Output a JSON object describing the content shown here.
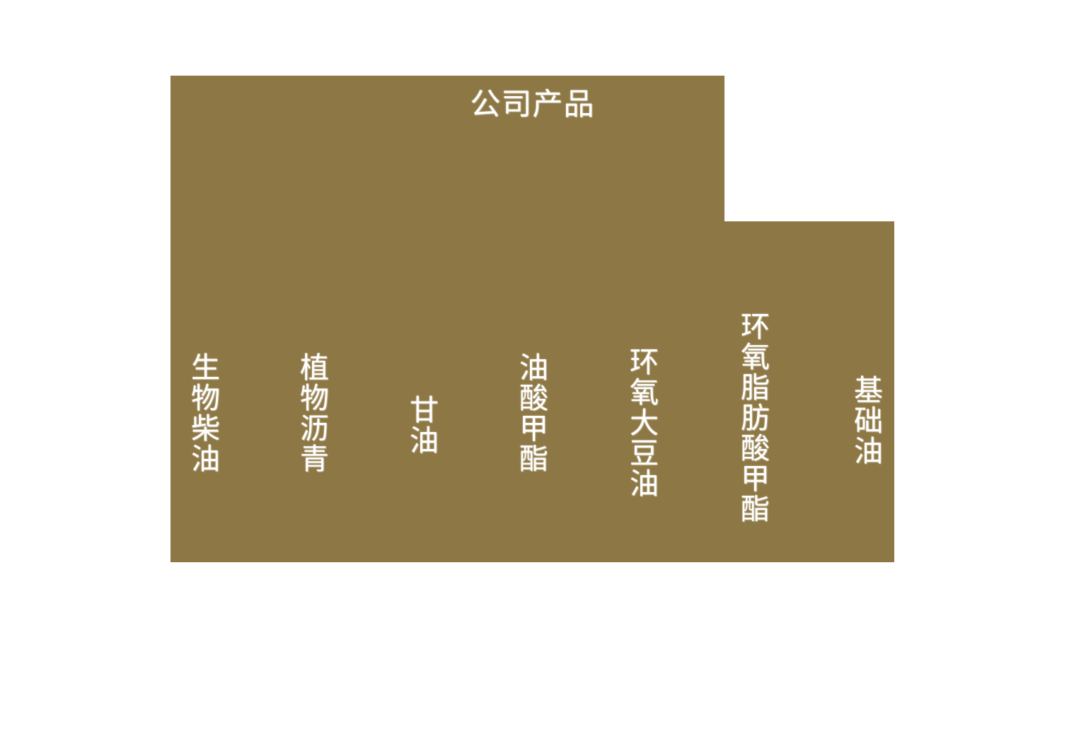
{
  "chart_data": {
    "type": "bar",
    "title": "公司产品",
    "xlabel": "",
    "ylabel": "",
    "orientation": "vertical-stepped",
    "grid": false,
    "legend": false,
    "categories": [
      "生物柴油",
      "植物沥青",
      "甘油",
      "油酸甲酯",
      "环氧大豆油",
      "环氧脂肪酸甲酯",
      "基础油"
    ],
    "values": [
      688,
      688,
      688,
      688,
      688,
      688,
      482
    ],
    "ylim": [
      0,
      688
    ],
    "series": [
      {
        "name": "公司产品",
        "values": [
          688,
          688,
          688,
          688,
          688,
          688,
          482
        ]
      }
    ],
    "colors": {
      "bar": "#8D7744",
      "label": "#FFFFFF",
      "background": "#FFFFFF"
    }
  },
  "figure": {
    "title": "公司产品",
    "background_color": "#FFFFFF",
    "block_color": "#8D7744",
    "text_color": "#FFFFFF"
  },
  "labels": {
    "items": [
      {
        "text": "生物柴油"
      },
      {
        "text": "植物沥青"
      },
      {
        "text": "甘油"
      },
      {
        "text": "油酸甲酯"
      },
      {
        "text": "环氧大豆油"
      },
      {
        "text": "环氧脂肪酸甲酯"
      },
      {
        "text": "基础油"
      }
    ]
  }
}
